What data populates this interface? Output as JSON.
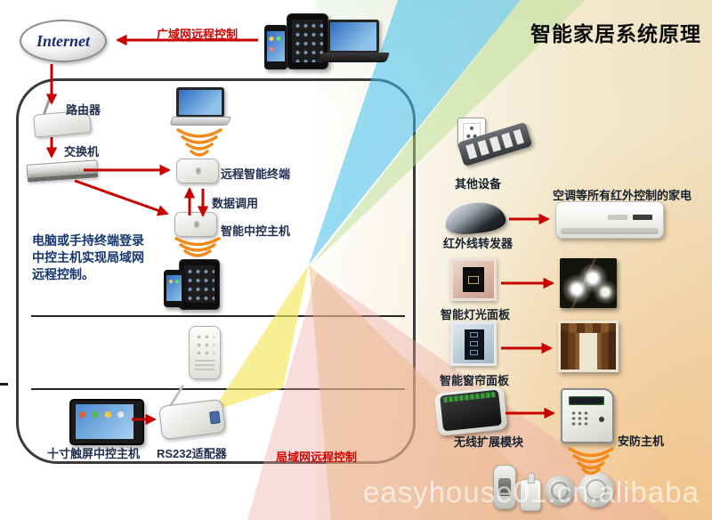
{
  "title": "智能家居系统原理",
  "watermark": "easyhouse01.cn.alibaba",
  "internet_label": "Internet",
  "annotations": {
    "wan": "广域网远程控制",
    "lan": "局域网远程控制",
    "data_call": "数据调用",
    "note_lines": [
      "电脑或手持终端登录",
      "中控主机实现局域网",
      "远程控制。"
    ]
  },
  "devices": {
    "router": "路由器",
    "switch": "交换机",
    "remote_terminal": "远程智能终端",
    "central_host": "智能中控主机",
    "touchscreen_host": "十寸触屏中控主机",
    "rs232_adapter": "RS232适配器",
    "other_devices": "其他设备",
    "ir_repeater": "红外线转发器",
    "ir_appliances": "空调等所有红外控制的家电",
    "light_panel": "智能灯光面板",
    "curtain_panel": "智能窗帘面板",
    "wireless_module": "无线扩展模块",
    "security_host": "安防主机"
  },
  "colors": {
    "arrow_red": "#c80000",
    "label_dark": "#222f4e",
    "note_blue": "#16356e",
    "wifi_orange": "#f28a1a",
    "beam_cyan": "#41bfee",
    "beam_green": "#b5dd8e",
    "beam_yellow": "#f5e55a",
    "beam_tan": "#eac27e",
    "beam_pink": "#eda5a0"
  }
}
